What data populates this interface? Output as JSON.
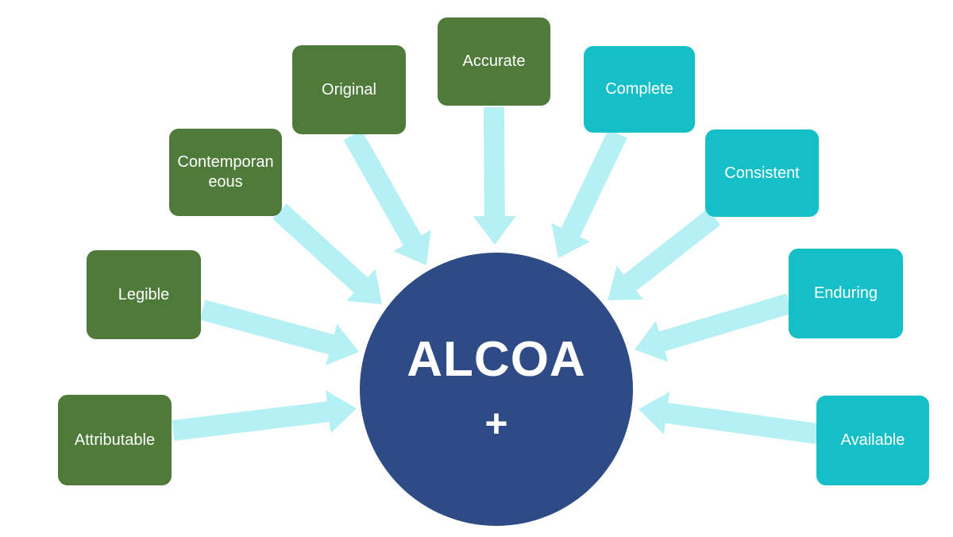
{
  "diagram": {
    "center": {
      "title": "ALCOA",
      "plus": "+"
    },
    "nodes": [
      {
        "id": "attributable",
        "label": "Attributable",
        "group": "green",
        "points_to": "center"
      },
      {
        "id": "legible",
        "label": "Legible",
        "group": "green",
        "points_to": "center"
      },
      {
        "id": "contemporaneous",
        "label": "Contemporaneous",
        "group": "green",
        "points_to": "center"
      },
      {
        "id": "original",
        "label": "Original",
        "group": "green",
        "points_to": "center"
      },
      {
        "id": "accurate",
        "label": "Accurate",
        "group": "green",
        "points_to": "center"
      },
      {
        "id": "complete",
        "label": "Complete",
        "group": "teal",
        "points_to": "center"
      },
      {
        "id": "consistent",
        "label": "Consistent",
        "group": "teal",
        "points_to": "center"
      },
      {
        "id": "enduring",
        "label": "Enduring",
        "group": "teal",
        "points_to": "center"
      },
      {
        "id": "available",
        "label": "Available",
        "group": "teal",
        "points_to": "center"
      }
    ],
    "colors": {
      "green_box": "#4f7b3a",
      "teal_box": "#14bfc7",
      "center_circle": "#2e4b85",
      "arrow": "#b5f0f4",
      "label_text": "#ffffff"
    }
  }
}
